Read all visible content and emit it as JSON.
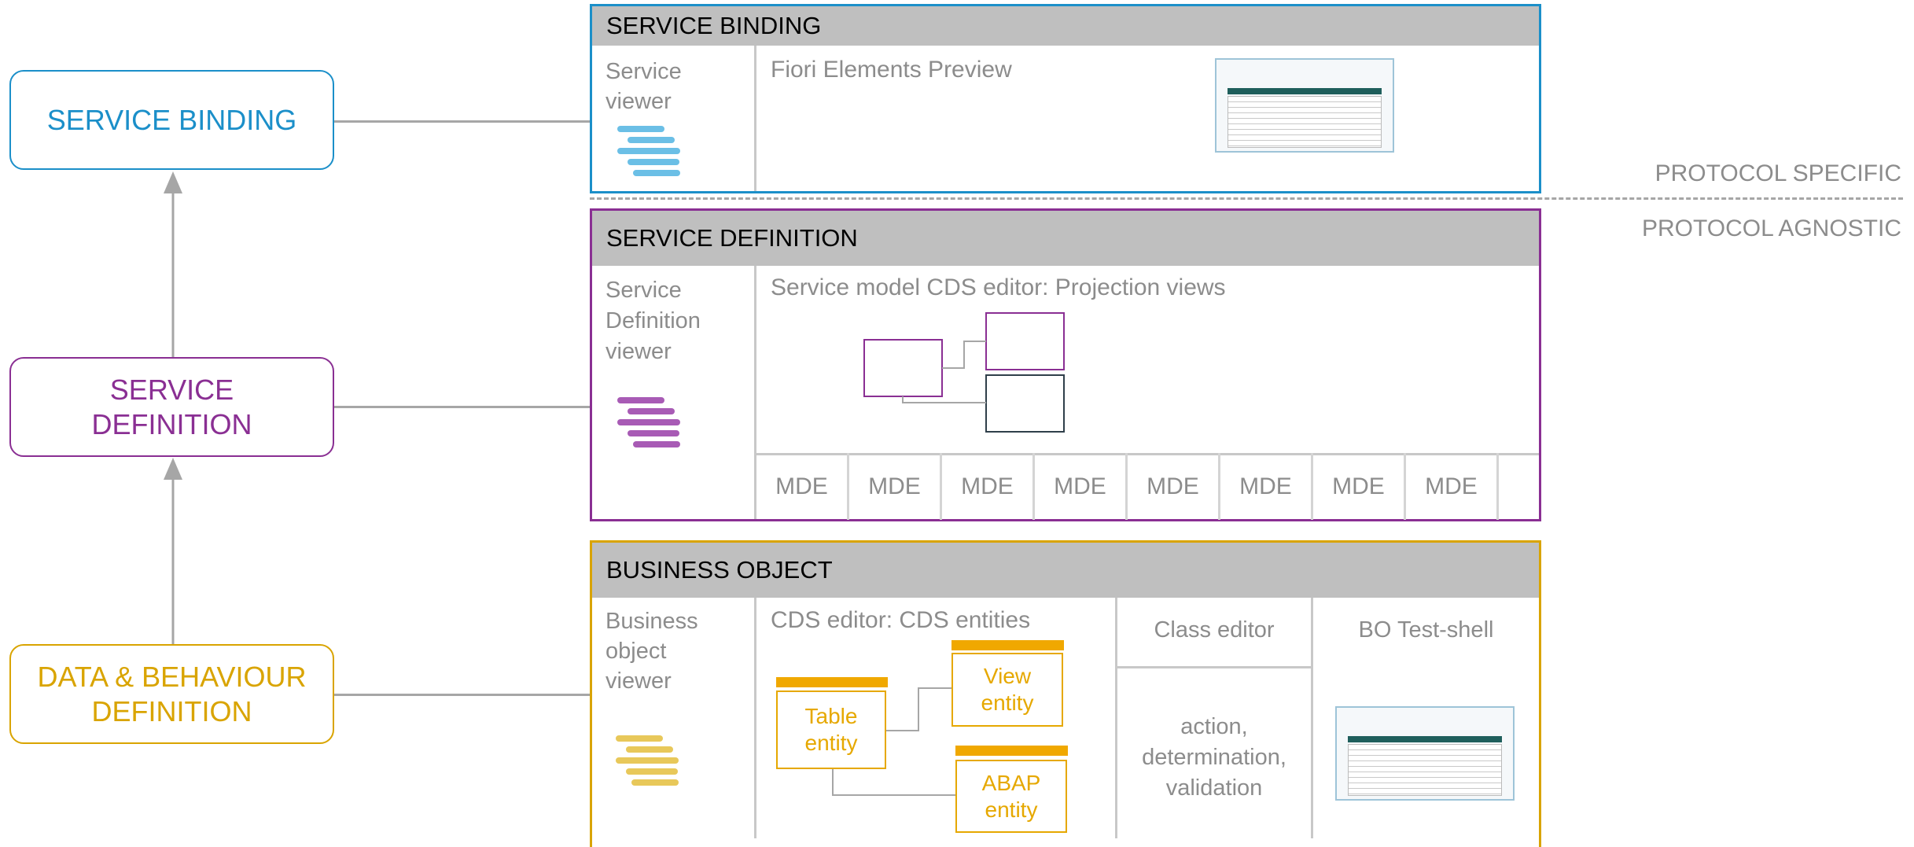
{
  "left": {
    "service_binding": "SERVICE BINDING",
    "service_definition": [
      "SERVICE",
      "DEFINITION"
    ],
    "data_behaviour": [
      "DATA & BEHAVIOUR",
      "DEFINITION"
    ]
  },
  "protocol": {
    "specific": "PROTOCOL SPECIFIC",
    "agnostic": "PROTOCOL AGNOSTIC"
  },
  "binding_panel": {
    "header": "SERVICE BINDING",
    "viewer": [
      "Service",
      "viewer"
    ],
    "preview": "Fiori Elements Preview"
  },
  "definition_panel": {
    "header": "SERVICE DEFINITION",
    "viewer": [
      "Service",
      "Definition",
      "viewer"
    ],
    "editor": "Service model CDS editor: Projection views",
    "mde": [
      "MDE",
      "MDE",
      "MDE",
      "MDE",
      "MDE",
      "MDE",
      "MDE",
      "MDE"
    ]
  },
  "bo_panel": {
    "header": "BUSINESS OBJECT",
    "viewer": [
      "Business",
      "object",
      "viewer"
    ],
    "cds_editor": "CDS editor: CDS entities",
    "table_entity": [
      "Table",
      "entity"
    ],
    "view_entity": [
      "View",
      "entity"
    ],
    "abap_entity": [
      "ABAP",
      "entity"
    ],
    "class_editor": "Class editor",
    "class_items": [
      "action,",
      "determination,",
      "validation"
    ],
    "test_shell": "BO Test-shell"
  },
  "colors": {
    "binding": "#1b8fc9",
    "definition": "#8a2f93",
    "business_object": "#d9a400",
    "binding_icon": "#6bbfe6",
    "definition_icon": "#a85bb5",
    "bo_icon": "#e8c85a"
  }
}
